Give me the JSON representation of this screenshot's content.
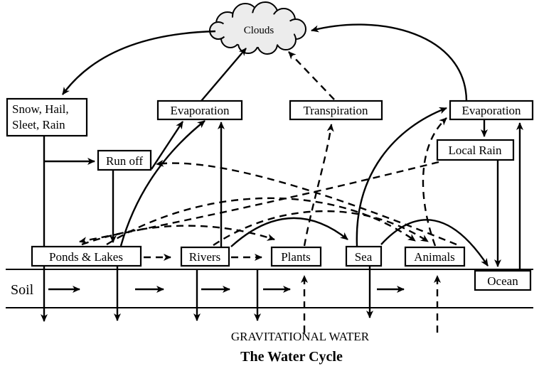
{
  "title": "The Water Cycle",
  "colors": {
    "line": "#000000",
    "cloud_fill": "#ececec",
    "background": "#ffffff"
  },
  "nodes": {
    "clouds": {
      "label": "Clouds"
    },
    "snow": {
      "label_line1": "Snow, Hail,",
      "label_line2": "Sleet, Rain"
    },
    "evaporation_left": {
      "label": "Evaporation"
    },
    "transpiration": {
      "label": "Transpiration"
    },
    "evaporation_right": {
      "label": "Evaporation"
    },
    "local_rain": {
      "label": "Local Rain"
    },
    "run_off": {
      "label": "Run off"
    },
    "ponds_lakes": {
      "label": "Ponds & Lakes"
    },
    "rivers": {
      "label": "Rivers"
    },
    "plants": {
      "label": "Plants"
    },
    "sea": {
      "label": "Sea"
    },
    "animals": {
      "label": "Animals"
    },
    "ocean": {
      "label": "Ocean"
    },
    "soil": {
      "label": "Soil"
    },
    "gravitational_water": {
      "label": "GRAVITATIONAL WATER"
    }
  },
  "edges": [
    {
      "from": "clouds",
      "to": "snow",
      "style": "solid"
    },
    {
      "from": "snow",
      "to": "underground",
      "style": "solid"
    },
    {
      "from": "snow",
      "to": "run_off",
      "style": "solid"
    },
    {
      "from": "run_off",
      "to": "ponds_lakes",
      "style": "solid"
    },
    {
      "from": "run_off",
      "to": "evaporation_left",
      "style": "solid"
    },
    {
      "from": "ponds_lakes",
      "to": "evaporation_left",
      "style": "solid"
    },
    {
      "from": "rivers",
      "to": "evaporation_left",
      "style": "solid"
    },
    {
      "from": "evaporation_left",
      "to": "clouds",
      "style": "solid"
    },
    {
      "from": "rivers",
      "to": "sea",
      "style": "solid"
    },
    {
      "from": "sea",
      "to": "evaporation_right",
      "style": "solid"
    },
    {
      "from": "sea",
      "to": "ocean",
      "style": "solid"
    },
    {
      "from": "evaporation_right",
      "to": "clouds",
      "style": "solid"
    },
    {
      "from": "evaporation_right",
      "to": "local_rain",
      "style": "solid"
    },
    {
      "from": "local_rain",
      "to": "ocean",
      "style": "solid"
    },
    {
      "from": "ocean",
      "to": "evaporation_right",
      "style": "solid"
    },
    {
      "from": "sea",
      "to": "underground",
      "style": "solid"
    },
    {
      "from": "ponds_lakes",
      "to": "underground",
      "style": "solid"
    },
    {
      "from": "rivers",
      "to": "underground",
      "style": "solid"
    },
    {
      "from": "soil",
      "to": "underground",
      "style": "solid"
    },
    {
      "from": "ponds_lakes",
      "to": "rivers",
      "style": "dashed"
    },
    {
      "from": "rivers",
      "to": "plants",
      "style": "dashed"
    },
    {
      "from": "ponds_lakes",
      "to": "plants",
      "style": "dashed"
    },
    {
      "from": "ponds_lakes",
      "to": "animals",
      "style": "dashed"
    },
    {
      "from": "rivers",
      "to": "animals",
      "style": "dashed"
    },
    {
      "from": "animals",
      "to": "run_off",
      "style": "dashed"
    },
    {
      "from": "local_rain",
      "to": "ponds_lakes",
      "style": "dashed"
    },
    {
      "from": "animals",
      "to": "evaporation_right",
      "style": "dashed"
    },
    {
      "from": "plants",
      "to": "transpiration",
      "style": "dashed"
    },
    {
      "from": "transpiration",
      "to": "clouds",
      "style": "dashed"
    },
    {
      "from": "underground",
      "to": "plants",
      "style": "dashed"
    },
    {
      "from": "underground",
      "to": "animals",
      "style": "dashed"
    }
  ]
}
